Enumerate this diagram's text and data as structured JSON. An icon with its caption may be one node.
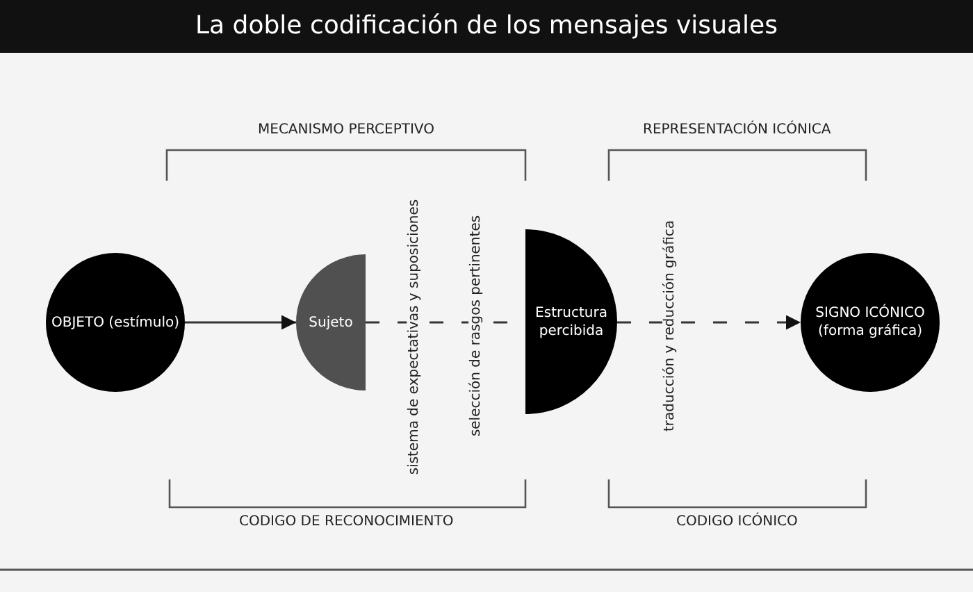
{
  "diagram": {
    "title": "La doble codificación de los mensajes visuales",
    "nodes": [
      {
        "text": [
          "OBJETO (estímulo)"
        ]
      },
      {
        "text": [
          "Sujeto"
        ]
      },
      {
        "text": [
          "Estructura percibida"
        ]
      },
      {
        "text": [
          "SIGNO ICÓNICO (forma gráfica)"
        ]
      }
    ],
    "edges": [
      {
        "from": 0,
        "to": 1,
        "arrow": "to"
      },
      {
        "from": 1,
        "to": 2,
        "arrow": "none",
        "style": "dashed"
      },
      {
        "from": 2,
        "to": 3,
        "arrow": "to",
        "style": "dashed"
      }
    ],
    "labels": [
      "MECANISMO PERCEPTIVO",
      "REPRESENTACIÓN ICÓNICA",
      "sistema de expectativas y suposiciones",
      "selección de rasgos pertinentes",
      "traducción y reducción gráfica",
      "CODIGO DE RECONOCIMIENTO",
      "CODIGO ICÓNICO"
    ]
  }
}
